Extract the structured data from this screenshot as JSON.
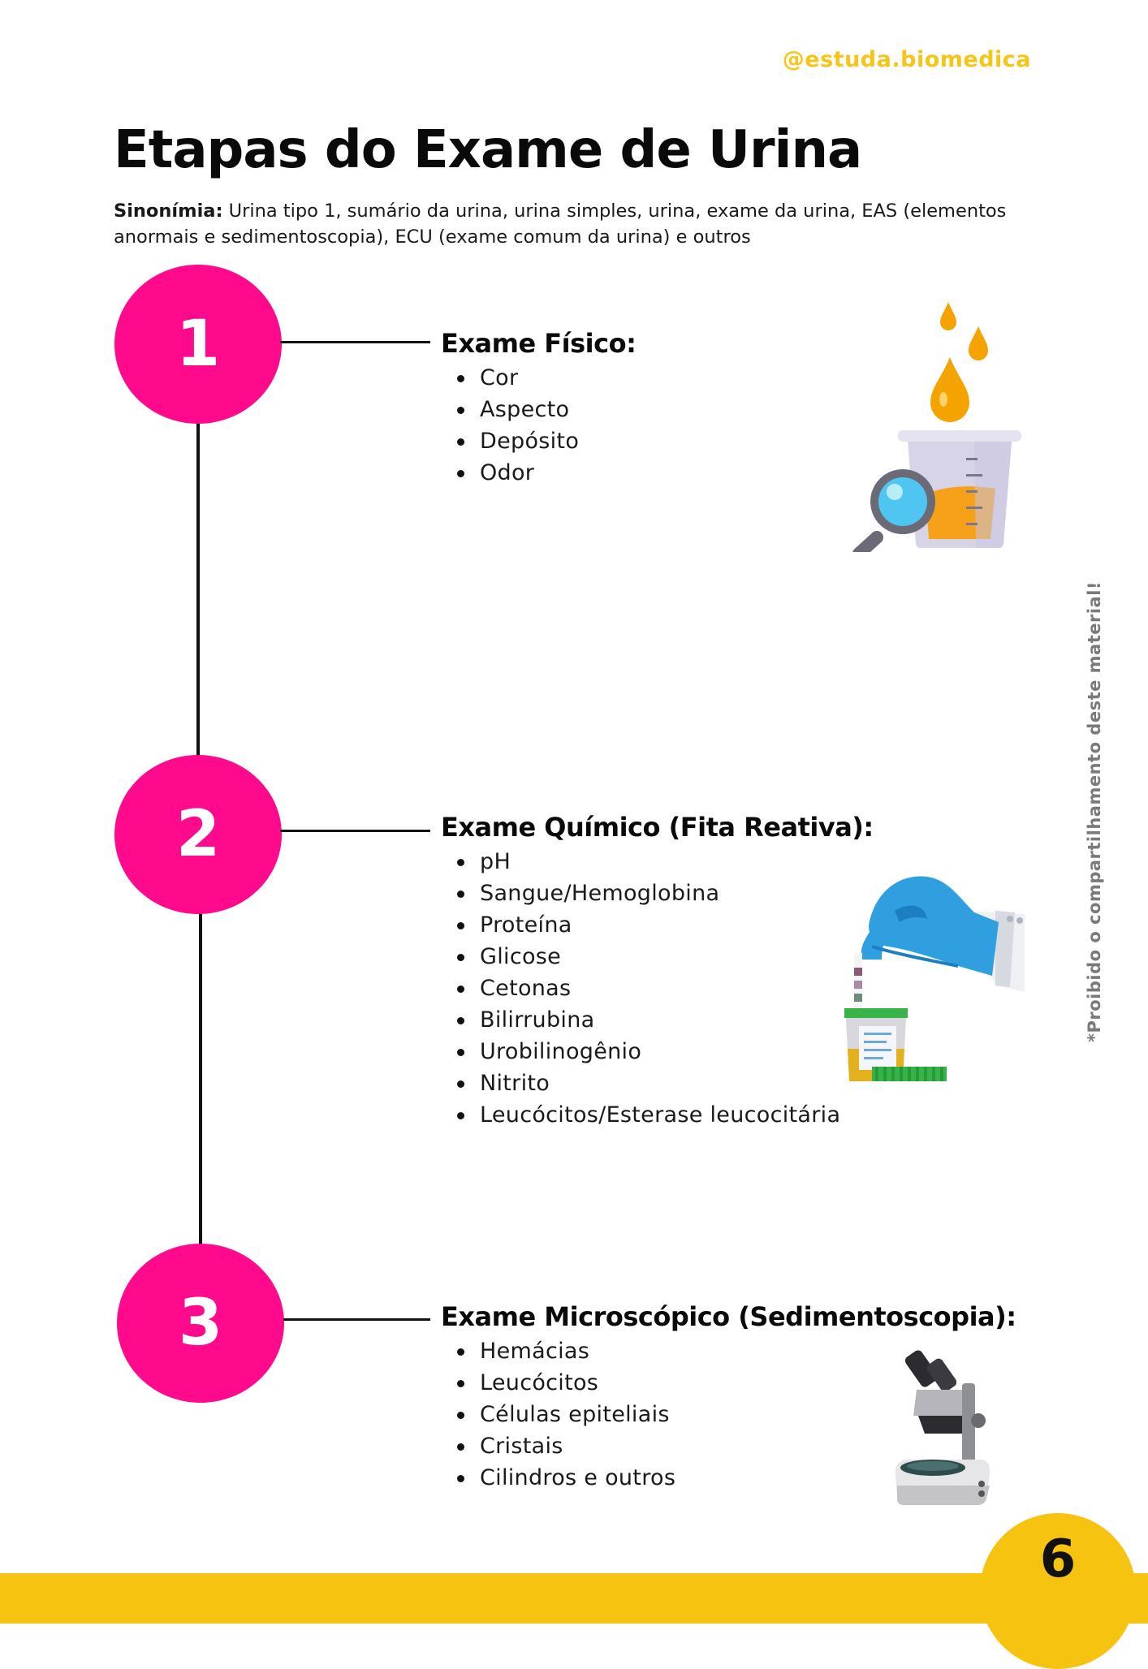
{
  "handle": "@estuda.biomedica",
  "title": "Etapas do Exame de Urina",
  "synonym": {
    "label": "Sinonímia:",
    "text": " Urina tipo 1, sumário da urina, urina simples, urina, exame da urina, EAS (elementos anormais e sedimentoscopia), ECU (exame comum da urina) e outros"
  },
  "steps": [
    {
      "number": "1",
      "heading": "Exame Físico:",
      "items": [
        "Cor",
        "Aspecto",
        "Depósito",
        "Odor"
      ],
      "icon": "urine-beaker-magnifier-icon"
    },
    {
      "number": "2",
      "heading": "Exame Químico (Fita Reativa):",
      "items": [
        "pH",
        "Sangue/Hemoglobina",
        "Proteína",
        "Glicose",
        "Cetonas",
        "Bilirrubina",
        "Urobilinogênio",
        "Nitrito",
        "Leucócitos/Esterase leucocitária"
      ],
      "icon": "gloved-hand-reagent-strip-icon"
    },
    {
      "number": "3",
      "heading": "Exame Microscópico (Sedimentoscopia):",
      "items": [
        "Hemácias",
        "Leucócitos",
        "Células epiteliais",
        "Cristais",
        "Cilindros e outros"
      ],
      "icon": "microscope-icon"
    }
  ],
  "side_note": "*Proibido o compartilhamento deste material!",
  "page_number": "6",
  "colors": {
    "accent_pink": "#ff0a8c",
    "accent_yellow": "#f6c311",
    "handle_yellow": "#f5c518"
  }
}
